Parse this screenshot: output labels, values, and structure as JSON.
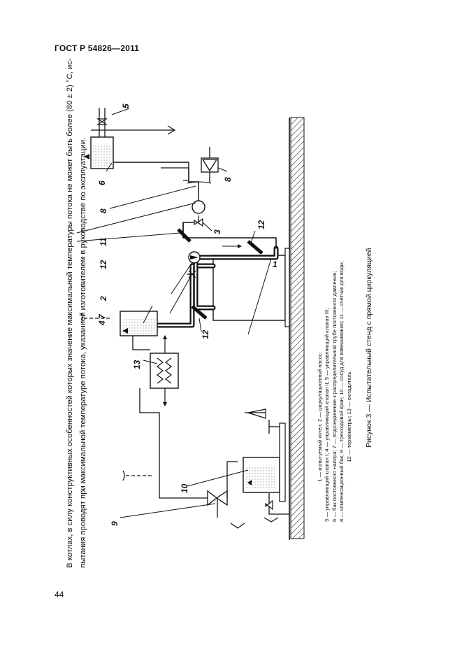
{
  "header": {
    "doc_id": "ГОСТ Р 54826—2011"
  },
  "page_number": "44",
  "intro": {
    "line1": "В котлах, в силу конструктивных особенностей которых значение максимальной температуры потока не может быть более (80 ± 2) °С, ис-",
    "line2": "пытания проводят при максимальной температуре потока, указанной изготовителем в руководстве по эксплуатации."
  },
  "legend": {
    "line1": "1 — испытуемый котел; 2 — циркуляционный насос;",
    "line2": "3 — управляющий клапан I; 4 — управляющий клапан II; 5 — управляющий клапан III;",
    "line3": "6 — бак постоянного напора; 7 — подсоединение к распределительной трубе постоянного давления;",
    "line4": "8 — компенсационный бак; 9 — трехходовой кран; 10 — сосуд для взвешивания; 11 — счетчик для воды;",
    "line5": "12 — термометры; 13 — охладитель"
  },
  "caption": "Рисунок 3 — Испытательный стенд с прямой циркуляцией",
  "diagram_labels": {
    "l1": "1",
    "l2": "2",
    "l3": "3",
    "l4": "4",
    "l5": "5",
    "l6": "6",
    "l7": "7",
    "l8a": "8",
    "l8b": "8",
    "l9": "9",
    "l10": "10",
    "l11": "11",
    "l12a": "12",
    "l12b": "12",
    "l12c": "12",
    "l13": "13"
  }
}
